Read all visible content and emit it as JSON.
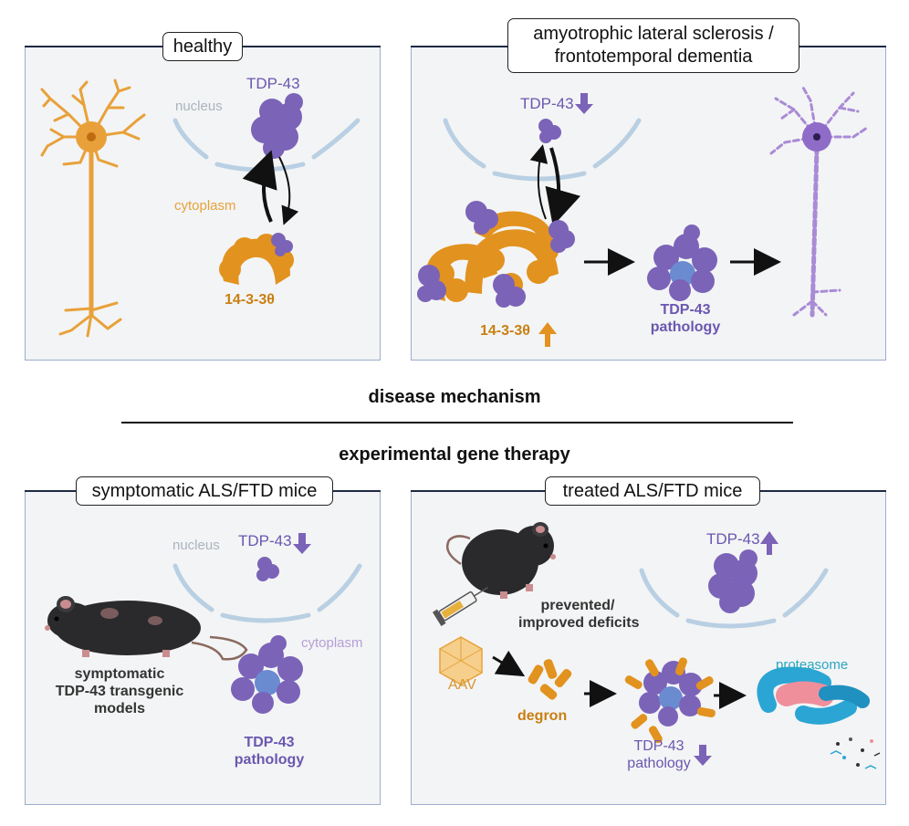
{
  "panels": {
    "healthy": {
      "title": "healthy",
      "nucleus": "nucleus",
      "cytoplasm": "cytoplasm",
      "tdp43": "TDP-43",
      "protein": "14-3-3θ"
    },
    "disease": {
      "title_line1": "amyotrophic lateral sclerosis /",
      "title_line2": "frontotemporal dementia",
      "tdp43": "TDP-43",
      "protein": "14-3-3θ",
      "pathology_line1": "TDP-43",
      "pathology_line2": "pathology"
    },
    "symptomatic": {
      "title": "symptomatic ALS/FTD mice",
      "nucleus": "nucleus",
      "cytoplasm": "cytoplasm",
      "tdp43": "TDP-43",
      "models_line1": "symptomatic",
      "models_line2": "TDP-43 transgenic",
      "models_line3": "models",
      "pathology_line1": "TDP-43",
      "pathology_line2": "pathology"
    },
    "treated": {
      "title": "treated ALS/FTD mice",
      "tdp43": "TDP-43",
      "deficits_line1": "prevented/",
      "deficits_line2": "improved deficits",
      "aav": "AAV",
      "degron": "degron",
      "pathology_line1": "TDP-43",
      "pathology_line2": "pathology",
      "proteasome": "proteasome"
    }
  },
  "sections": {
    "mechanism": "disease mechanism",
    "therapy": "experimental gene therapy"
  },
  "colors": {
    "tdp43": "#7b63b8",
    "protein_14_3_3": "#e2921e",
    "neuron_healthy": "#e8a13a",
    "neuron_diseased": "#a98bd6",
    "membrane": "#b9cfe3",
    "proteasome_blue": "#2ba5d4",
    "proteasome_pink": "#ef8f9c",
    "panel_bg": "#f3f4f5",
    "panel_border": "#9aaecb"
  },
  "icons": [
    "neuron-icon",
    "tdp43-protein-icon",
    "14-3-3-protein-icon",
    "mouse-icon",
    "syringe-icon",
    "aav-capsid-icon",
    "degron-icon",
    "proteasome-icon",
    "arrow-up-icon",
    "arrow-down-icon"
  ]
}
